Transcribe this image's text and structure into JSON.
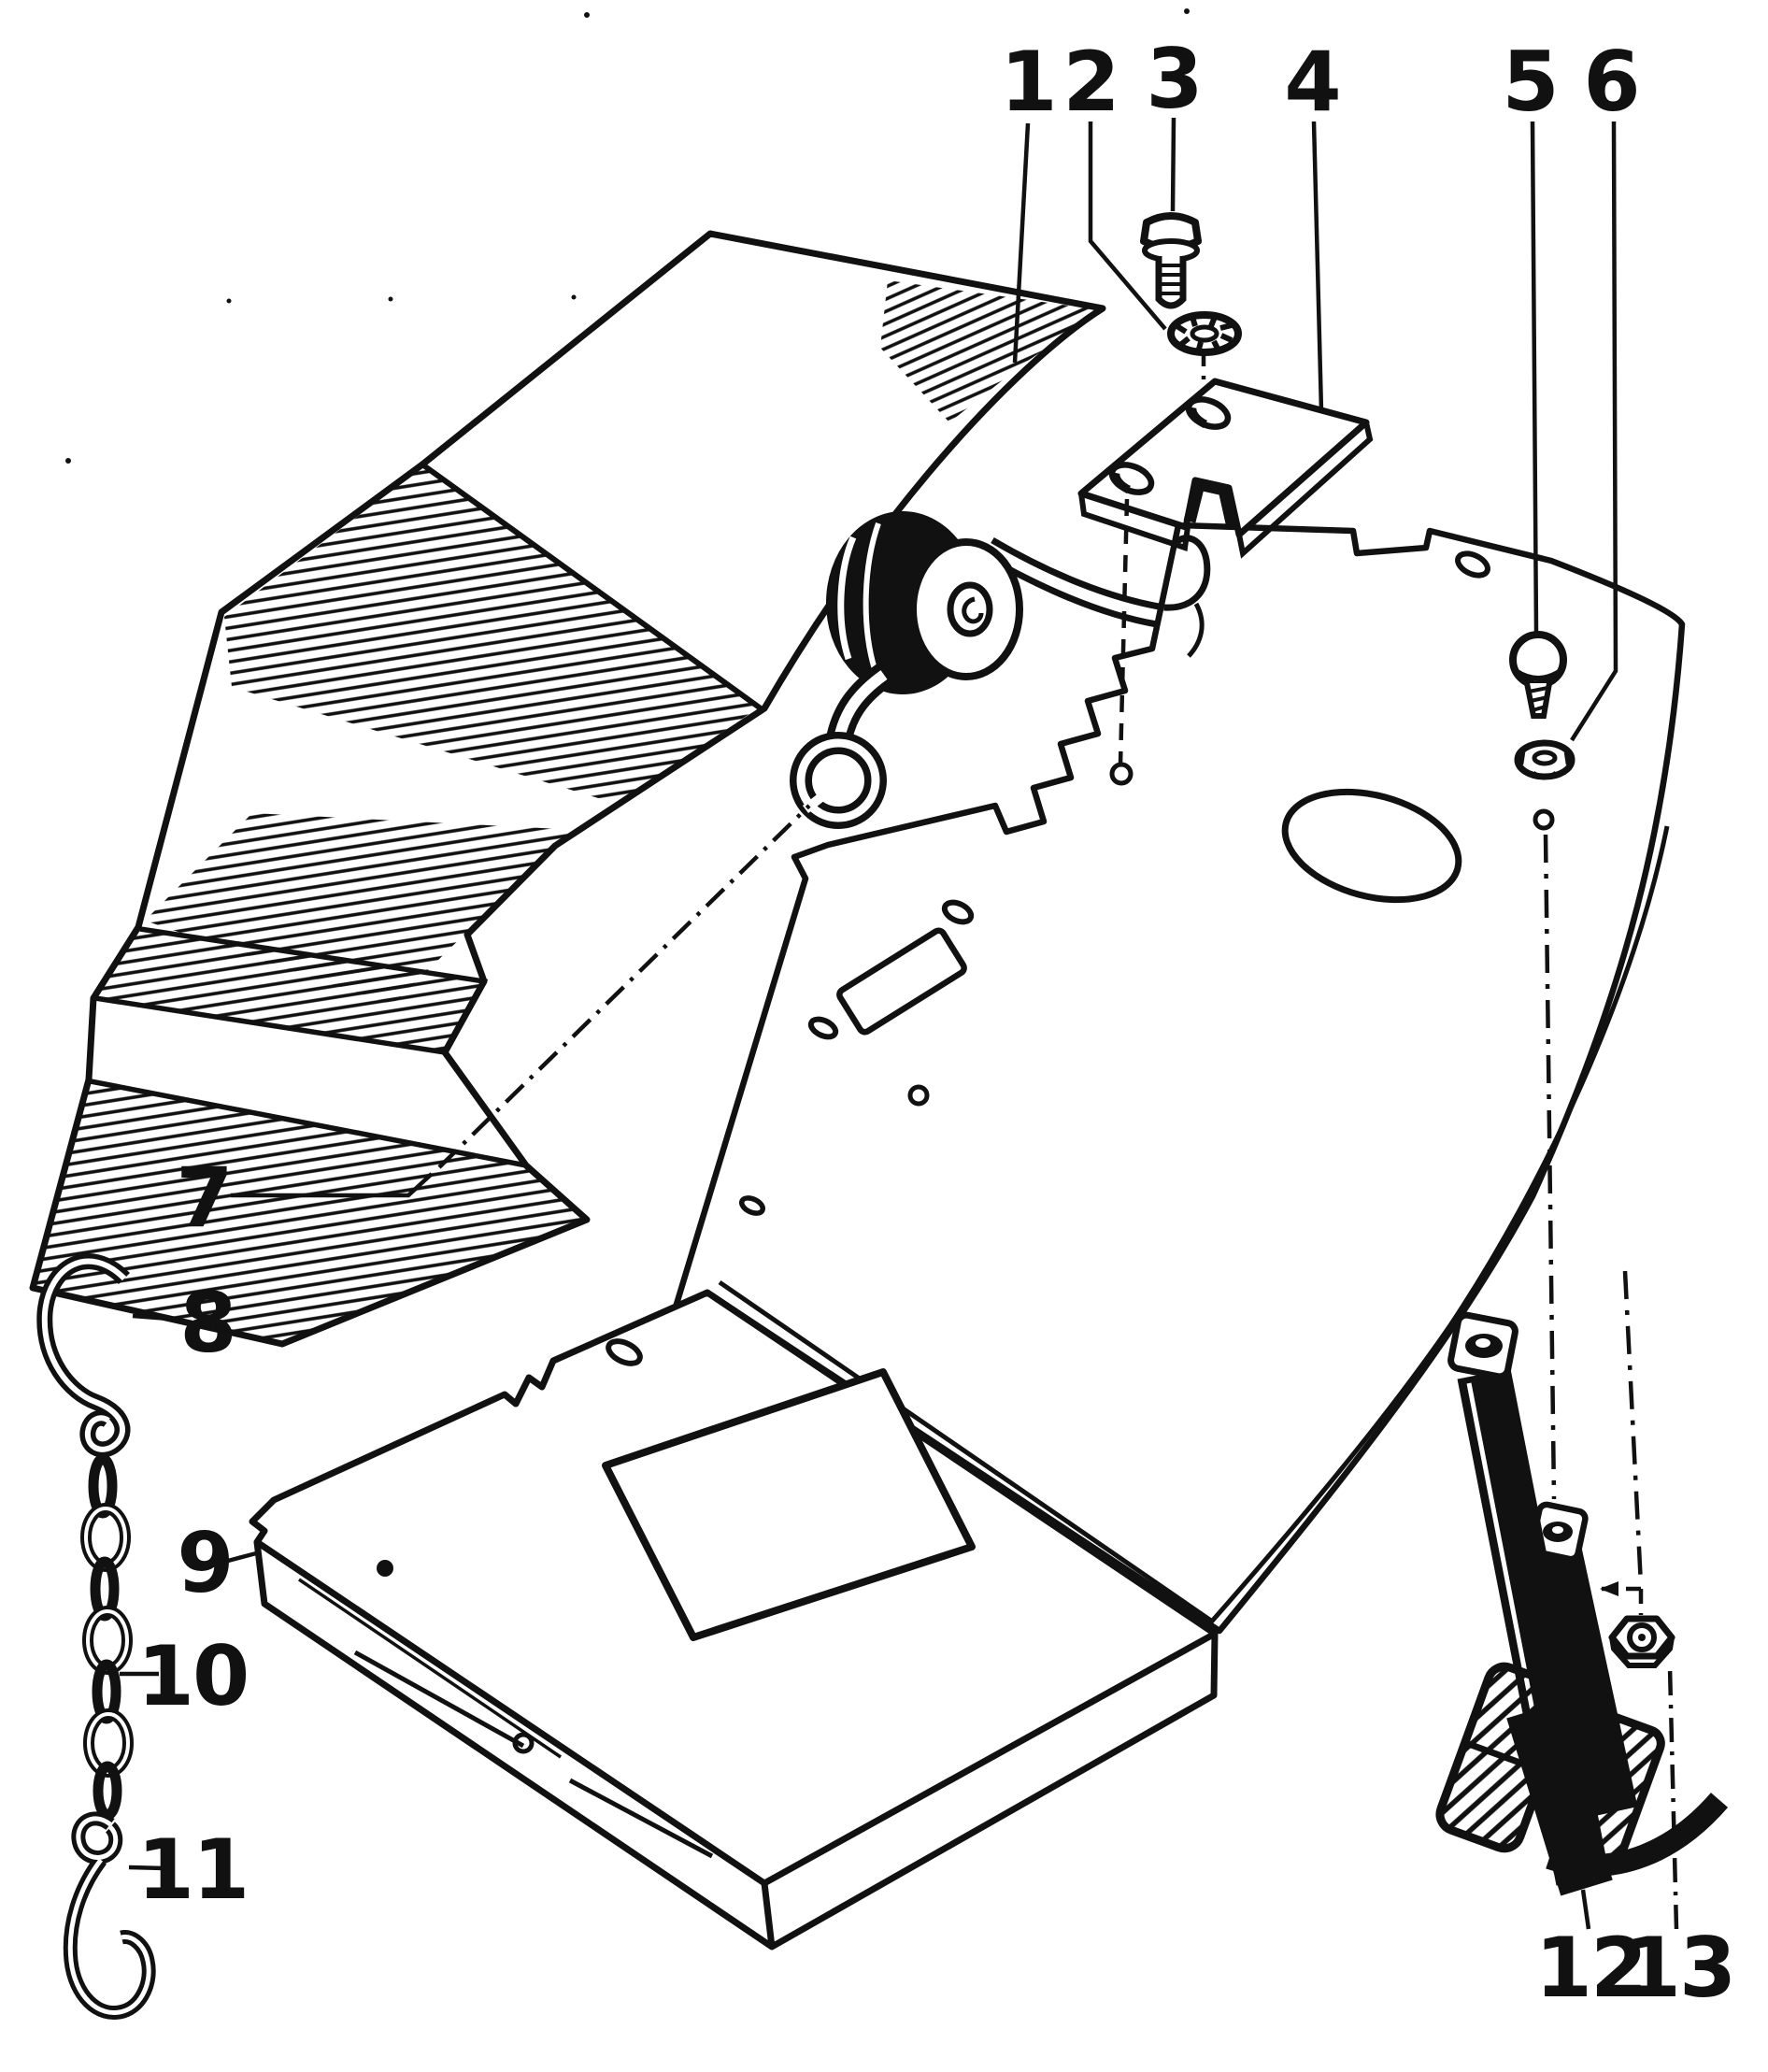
{
  "colors": {
    "ink": "#111111",
    "paper": "#ffffff"
  },
  "callouts": [
    {
      "label": "1"
    },
    {
      "label": "2"
    },
    {
      "label": "3"
    },
    {
      "label": "4"
    },
    {
      "label": "5"
    },
    {
      "label": "6"
    },
    {
      "label": "7"
    },
    {
      "label": "8"
    },
    {
      "label": "9"
    },
    {
      "label": "10"
    },
    {
      "label": "11"
    },
    {
      "label": "12"
    },
    {
      "label": "13"
    }
  ]
}
